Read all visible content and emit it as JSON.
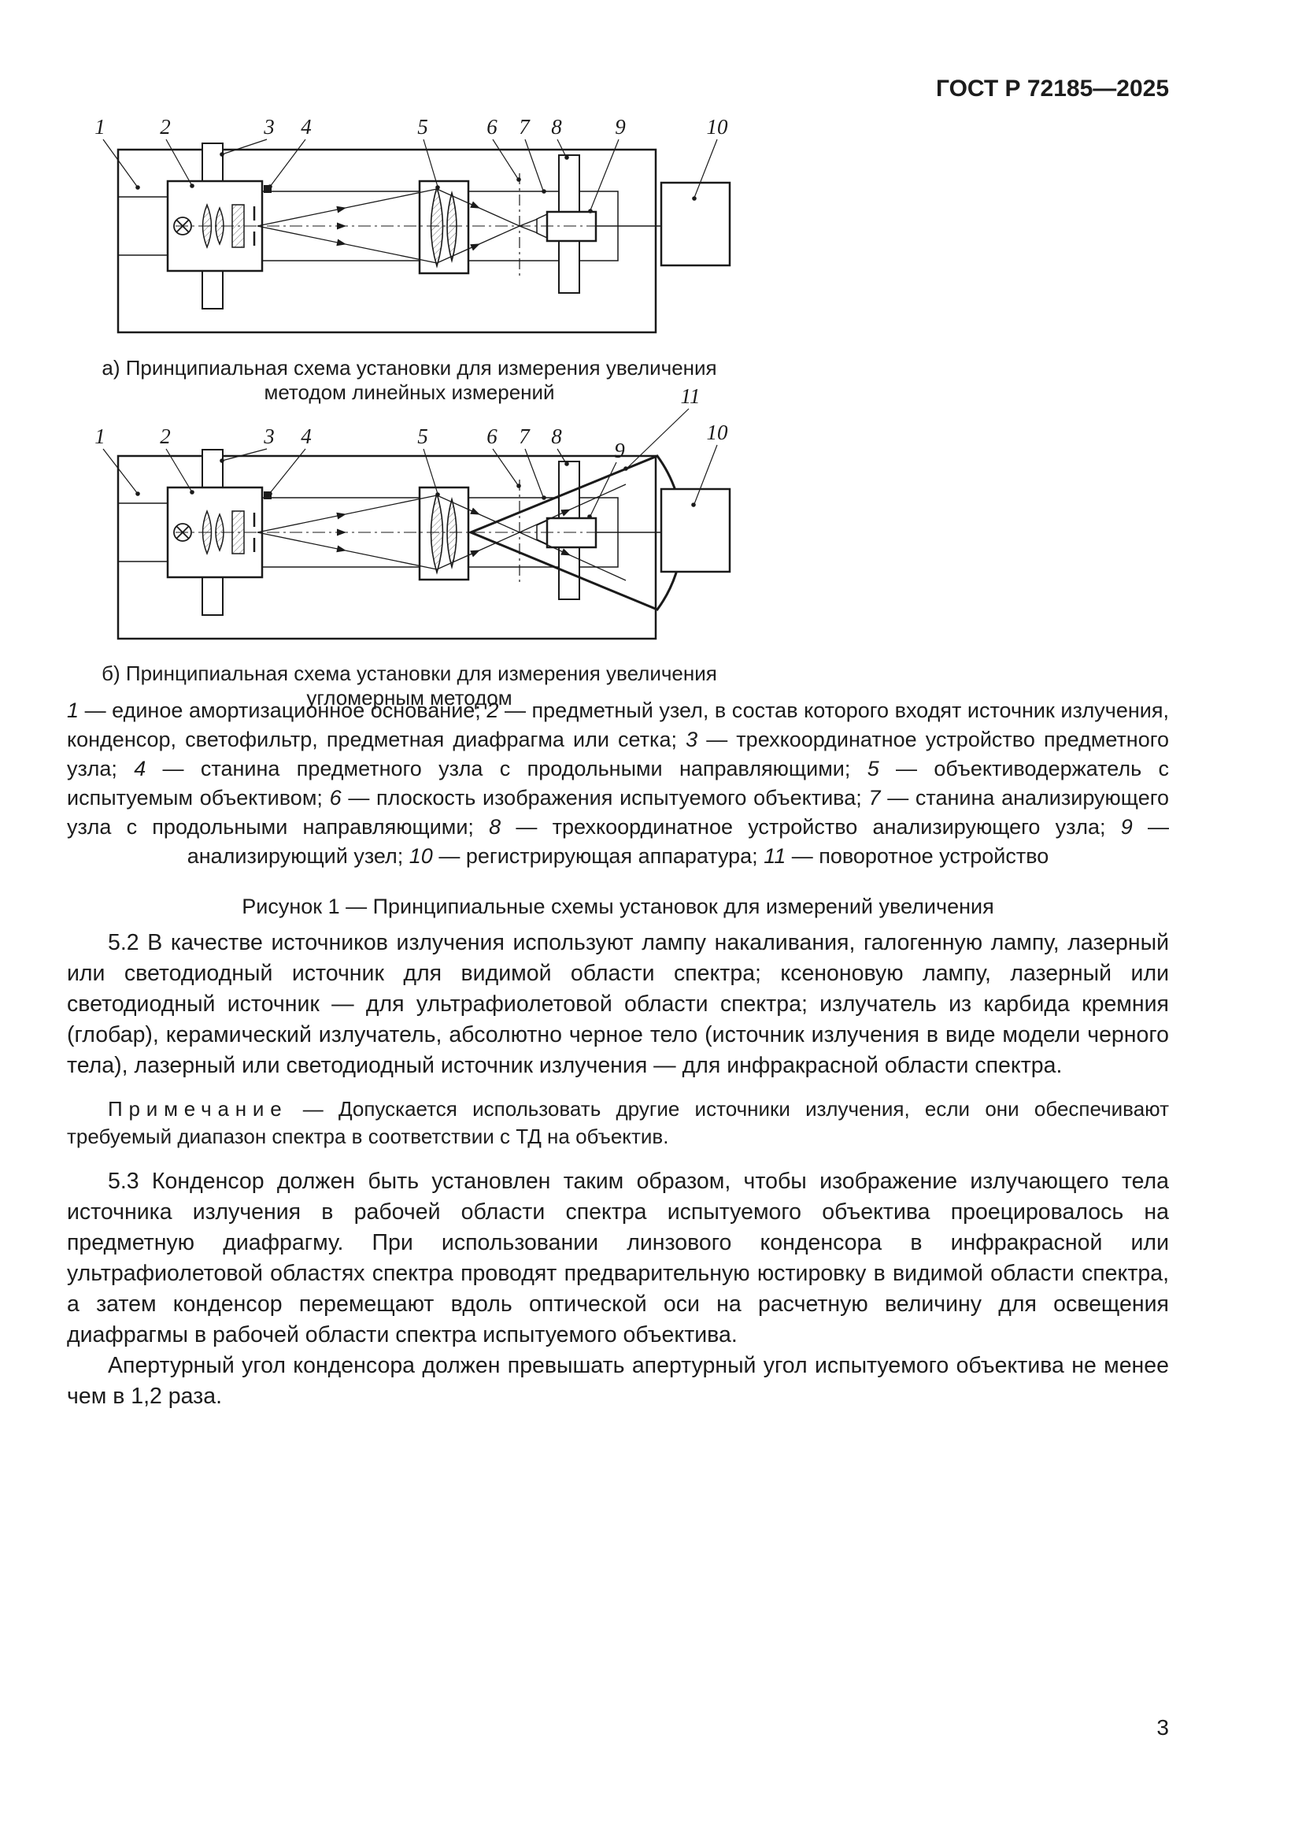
{
  "header": {
    "doc_code": "ГОСТ Р 72185—2025"
  },
  "figure": {
    "diagram_a": {
      "caption": "а) Принципиальная схема установки для измерения увеличения методом линейных измерений",
      "callouts": {
        "n1": "1",
        "n2": "2",
        "n3": "3",
        "n4": "4",
        "n5": "5",
        "n6": "6",
        "n7": "7",
        "n8": "8",
        "n9": "9",
        "n10": "10"
      }
    },
    "diagram_b": {
      "caption": "б) Принципиальная схема установки для измерения увеличения угломерным методом",
      "callouts": {
        "n1": "1",
        "n2": "2",
        "n3": "3",
        "n4": "4",
        "n5": "5",
        "n6": "6",
        "n7": "7",
        "n8": "8",
        "n9": "9",
        "n10": "10",
        "n11": "11"
      }
    },
    "legend": [
      {
        "num": "1",
        "text": " — единое амортизационное основание; "
      },
      {
        "num": "2",
        "text": " — предметный узел, в состав которого входят источник излучения, конденсор, светофильтр, предметная диафрагма или сетка; "
      },
      {
        "num": "3",
        "text": " — трехкоординатное устройство предметного узла; "
      },
      {
        "num": "4",
        "text": " — станина предметного узла с продольными направляющими; "
      },
      {
        "num": "5",
        "text": " — объективодержатель с испытуемым объективом; "
      },
      {
        "num": "6",
        "text": " — плоскость изображения испытуемого объектива; "
      },
      {
        "num": "7",
        "text": " — станина анализирующего узла с продольными направляющими; "
      },
      {
        "num": "8",
        "text": " — трехкоординатное устройство анализирующего узла; "
      },
      {
        "num": "9",
        "text": " — анализирующий узел; "
      },
      {
        "num": "10",
        "text": " — регистрирующая аппаратура; "
      },
      {
        "num": "11",
        "text": " — поворотное устройство"
      }
    ],
    "caption": "Рисунок 1 — Принципиальные схемы установок для измерений увеличения"
  },
  "body": {
    "p_5_2": "5.2 В качестве источников излучения используют лампу накаливания, галогенную лампу, лазерный или светодиодный источник для видимой области спектра; ксеноновую лампу, лазерный или светодиодный источник — для ультрафиолетовой области спектра; излучатель из карбида кремния (глобар), керамический излучатель, абсолютно черное тело (источник излучения в виде модели черного тела), лазерный или светодиодный источник излучения — для инфракрасной области спектра.",
    "note_label": "Примечание",
    "note_text": "— Допускается использовать другие источники излучения, если они обеспечивают требуемый диапазон спектра в соответствии с ТД на объектив.",
    "p_5_3": "5.3 Конденсор должен быть установлен таким образом, чтобы изображение излучающего тела источника излучения в рабочей области спектра испытуемого объектива проецировалось на предметную диафрагму. При использовании линзового конденсора в инфракрасной или ультрафиолетовой областях спектра проводят предварительную юстировку в видимой области спектра, а затем конденсор перемещают вдоль оптической оси на расчетную величину для освещения диафрагмы в рабочей области спектра испытуемого объектива.",
    "p_5_3_cont": "Апертурный угол конденсора должен превышать апертурный угол испытуемого объектива не менее чем в 1,2 раза."
  },
  "footer": {
    "page_number": "3"
  }
}
